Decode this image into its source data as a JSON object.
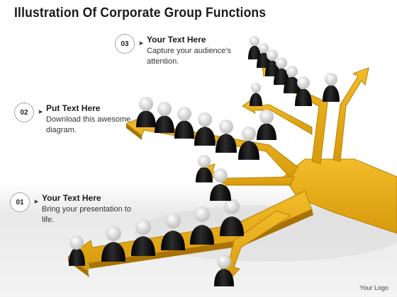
{
  "title": "Illustration Of Corporate Group Functions",
  "callouts": [
    {
      "number": "03",
      "heading": "Your Text Here",
      "body": "Capture your audience’s attention."
    },
    {
      "number": "02",
      "heading": "Put Text Here",
      "body": "Download this awesome diagram."
    },
    {
      "number": "01",
      "heading": "Your Text Here",
      "body": "Bring your presentation to life."
    }
  ],
  "logo": "Your Logo",
  "colors": {
    "arrow": "#E5A915",
    "arrow_shadow": "#B98206",
    "figure_body": "#111111",
    "figure_head": "#EDEDED",
    "text": "#1a1a1a"
  },
  "icons": {
    "callout_pointer": "arrow-right-icon"
  }
}
